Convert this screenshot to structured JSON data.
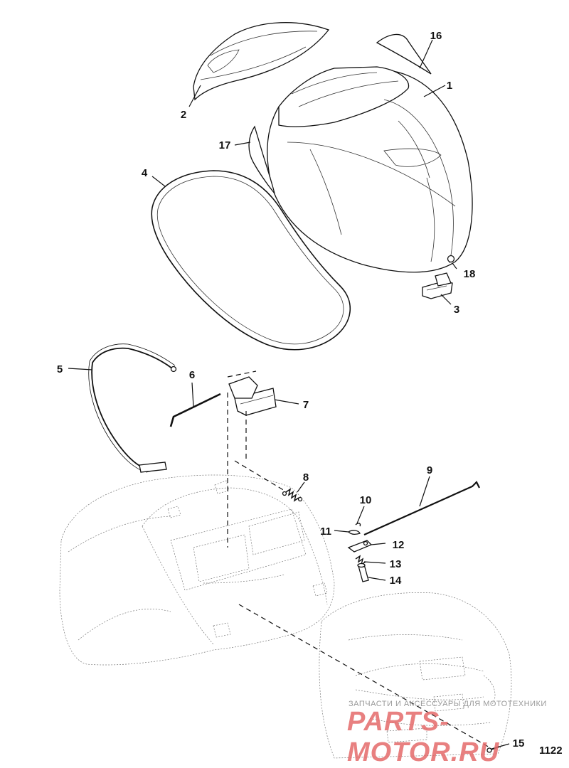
{
  "callouts": {
    "c1": "1",
    "c2": "2",
    "c3": "3",
    "c4": "4",
    "c5": "5",
    "c6": "6",
    "c7": "7",
    "c8": "8",
    "c9": "9",
    "c10": "10",
    "c11": "11",
    "c12": "12",
    "c13": "13",
    "c14": "14",
    "c15": "15",
    "c16": "16",
    "c17": "17",
    "c18": "18"
  },
  "watermark": {
    "caption": "ЗАПЧАСТИ И АКСЕССУАРЫ ДЛЯ МОТОТЕХНИКИ",
    "brand": "PARTS-MOTOR.RU"
  },
  "figure_ref": "1122"
}
